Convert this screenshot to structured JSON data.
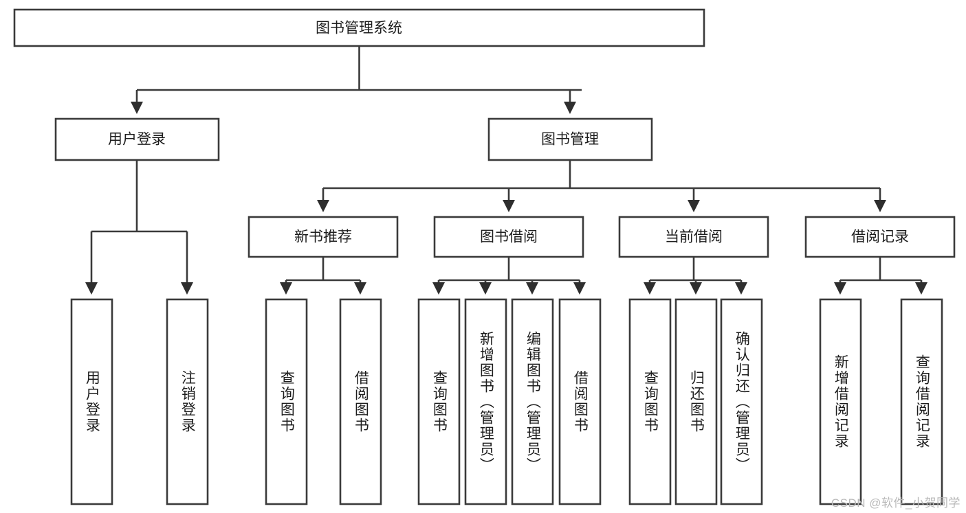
{
  "diagram": {
    "type": "hierarchy-tree",
    "title": "图书管理系统",
    "root": {
      "id": "root",
      "label": "图书管理系统",
      "level": 1
    },
    "level2": [
      {
        "id": "user-login",
        "label": "用户登录"
      },
      {
        "id": "book-manage",
        "label": "图书管理"
      }
    ],
    "level3": [
      {
        "id": "new-book-recommend",
        "label": "新书推荐",
        "parent": "book-manage"
      },
      {
        "id": "book-borrow",
        "label": "图书借阅",
        "parent": "book-manage"
      },
      {
        "id": "current-borrow",
        "label": "当前借阅",
        "parent": "book-manage"
      },
      {
        "id": "borrow-record",
        "label": "借阅记录",
        "parent": "book-manage"
      }
    ],
    "leaves": [
      {
        "id": "leaf-user-login",
        "label": "用户登录",
        "parent": "user-login"
      },
      {
        "id": "leaf-user-logout",
        "label": "注销登录",
        "parent": "user-login"
      },
      {
        "id": "leaf-query-book-1",
        "label": "查询图书",
        "parent": "new-book-recommend"
      },
      {
        "id": "leaf-borrow-book-1",
        "label": "借阅图书",
        "parent": "new-book-recommend"
      },
      {
        "id": "leaf-query-book-2",
        "label": "查询图书",
        "parent": "book-borrow"
      },
      {
        "id": "leaf-add-book",
        "label": "新增图书（管理员）",
        "parent": "book-borrow"
      },
      {
        "id": "leaf-edit-book",
        "label": "编辑图书（管理员）",
        "parent": "book-borrow"
      },
      {
        "id": "leaf-borrow-book-2",
        "label": "借阅图书",
        "parent": "book-borrow"
      },
      {
        "id": "leaf-query-book-3",
        "label": "查询图书",
        "parent": "current-borrow"
      },
      {
        "id": "leaf-return-book",
        "label": "归还图书",
        "parent": "current-borrow"
      },
      {
        "id": "leaf-confirm-return",
        "label": "确认归还（管理员）",
        "parent": "current-borrow"
      },
      {
        "id": "leaf-add-record",
        "label": "新增借阅记录",
        "parent": "borrow-record"
      },
      {
        "id": "leaf-query-record",
        "label": "查询借阅记录",
        "parent": "borrow-record"
      }
    ],
    "colors": {
      "box_stroke": "#3a3a3a",
      "box_fill": "#ffffff",
      "connector": "#3a3a3a",
      "text": "#1d1d1d",
      "background": "#ffffff",
      "watermark": "#b9b9b9"
    }
  },
  "watermark": {
    "text": "CSDN @软件_小贺同学"
  }
}
